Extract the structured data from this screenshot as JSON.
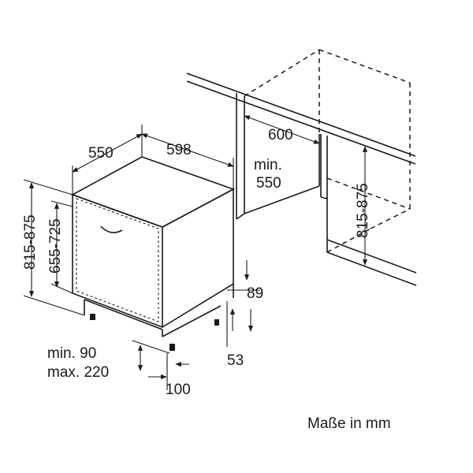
{
  "labels": {
    "depth_550": "550",
    "width_598": "598",
    "niche_width_600": "600",
    "niche_depth_min": "min.",
    "niche_depth_550": "550",
    "height_left": "815-875",
    "door_height": "655-725",
    "niche_height_right": "815-875",
    "plinth_89": "89",
    "plinth_53": "53",
    "plinth_min": "min. 90",
    "plinth_max": "max. 220",
    "foot_100": "100",
    "units_note": "Maße in mm"
  },
  "colors": {
    "line": "#1a1a1a",
    "background": "#ffffff"
  }
}
